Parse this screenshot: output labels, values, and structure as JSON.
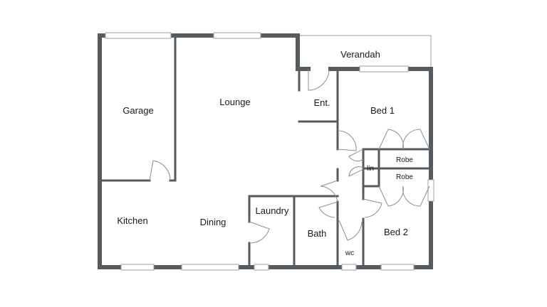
{
  "rooms": {
    "verandah": "Verandah",
    "garage": "Garage",
    "lounge": "Lounge",
    "entry": "Ent.",
    "bed1": "Bed 1",
    "robe1": "Robe",
    "linen": "lin",
    "robe2": "Robe",
    "kitchen": "Kitchen",
    "dining": "Dining",
    "laundry": "Laundry",
    "bath": "Bath",
    "wc": "wc",
    "bed2": "Bed 2"
  },
  "colors": {
    "wall": "#555b5f",
    "outline": "#9aa0a4",
    "background": "#ffffff"
  }
}
